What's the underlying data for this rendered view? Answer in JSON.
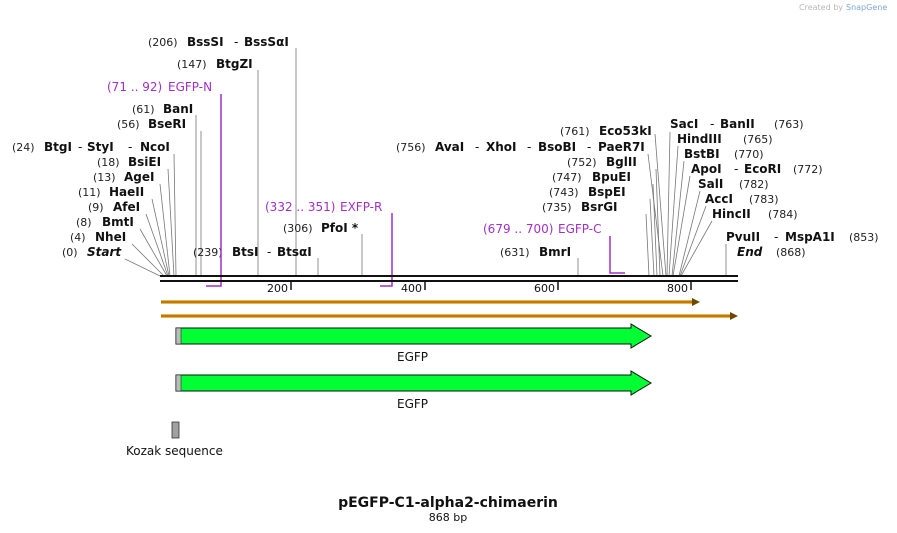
{
  "watermark": {
    "prefix": "Created by",
    "brand": "SnapGene"
  },
  "sequence": {
    "name": "pEGFP-C1-alpha2-chimaerin",
    "length_label": "868 bp",
    "length": 868
  },
  "ruler": {
    "ticks": [
      "200",
      "400",
      "600",
      "800"
    ]
  },
  "enzymes": [
    {
      "pos": "(206)",
      "name": "BssSI",
      "name2": "BssSαI"
    },
    {
      "pos": "(147)",
      "name": "BtgZI"
    },
    {
      "pos": "(61)",
      "name": "BanI"
    },
    {
      "pos": "(56)",
      "name": "BseRI"
    },
    {
      "pos": "(24)",
      "name": "BtgI",
      "name2": "StyI",
      "name3": "NcoI"
    },
    {
      "pos": "(18)",
      "name": "BsiEI"
    },
    {
      "pos": "(13)",
      "name": "AgeI"
    },
    {
      "pos": "(11)",
      "name": "HaeII"
    },
    {
      "pos": "(9)",
      "name": "AfeI"
    },
    {
      "pos": "(8)",
      "name": "BmtI"
    },
    {
      "pos": "(4)",
      "name": "NheI"
    },
    {
      "pos": "(0)",
      "name": "Start"
    },
    {
      "pos": "(239)",
      "name": "BtsI",
      "name2": "BtsαI"
    },
    {
      "pos": "(306)",
      "name": "PfoI *"
    },
    {
      "pos": "(631)",
      "name": "BmrI"
    },
    {
      "pos": "(756)",
      "name": "AvaI",
      "name2": "XhoI",
      "name3": "BsoBI",
      "name4": "PaeR7I"
    },
    {
      "pos": "(761)",
      "name": "Eco53kI"
    },
    {
      "pos": "(752)",
      "name": "BglII"
    },
    {
      "pos": "(747)",
      "name": "BpuEI"
    },
    {
      "pos": "(743)",
      "name": "BspEI"
    },
    {
      "pos": "(735)",
      "name": "BsrGI"
    },
    {
      "pos": "(763)",
      "name": "SacI",
      "name2": "BanII"
    },
    {
      "pos": "(765)",
      "name": "HindIII"
    },
    {
      "pos": "(770)",
      "name": "BstBI"
    },
    {
      "pos": "(772)",
      "name": "ApoI",
      "name2": "EcoRI"
    },
    {
      "pos": "(782)",
      "name": "SalI"
    },
    {
      "pos": "(783)",
      "name": "AccI"
    },
    {
      "pos": "(784)",
      "name": "HincII"
    },
    {
      "pos": "(853)",
      "name": "PvuII",
      "name2": "MspA1I"
    },
    {
      "pos": "(868)",
      "name": "End"
    }
  ],
  "primers": [
    {
      "range": "(71 .. 92)",
      "name": "EGFP-N"
    },
    {
      "range": "(332 .. 351)",
      "name": "EXFP-R"
    },
    {
      "range": "(679 .. 700)",
      "name": "EGFP-C"
    }
  ],
  "features": [
    {
      "name": "EGFP",
      "color": "#00ff33"
    },
    {
      "name": "EGFP",
      "color": "#00ff33"
    },
    {
      "name": "Kozak sequence",
      "color": "#a0a0a0"
    }
  ],
  "colors": {
    "primer": "#a030c8",
    "orf": "#f5b041",
    "feature": "#00ff33",
    "backbone": "#111111"
  }
}
